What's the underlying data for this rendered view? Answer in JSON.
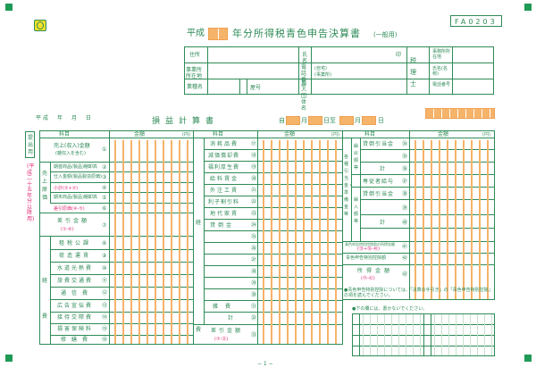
{
  "form_code": "FA0203",
  "title_prefix": "平成",
  "title_main": "年分所得税青色申告決算書",
  "title_suffix": "(一般用)",
  "header": {
    "address_label": "住所",
    "name_label": "氏名",
    "seal": "印",
    "office_label": "事業所所在地",
    "phone_label": "電話番号",
    "phone_home": "(自宅)",
    "phone_office": "(事業所)",
    "business_label": "業種名",
    "shop_label": "屋号",
    "member_label": "加入団体名",
    "tax_agent_label": "税理士",
    "agent_office_label": "事務所所在地",
    "agent_name_label": "氏名(名称)",
    "agent_phone_label": "電話番号"
  },
  "date_line": "平成　年　月　日",
  "pl_title": "損益計算書",
  "pl_period": [
    "自",
    "月",
    "日至",
    "月",
    "日"
  ],
  "col_headers": {
    "item": "科目",
    "amount": "金額",
    "unit": "(円)"
  },
  "submission_label": "提出用",
  "side_note": "(平成二十五年分以降用)",
  "left_items": [
    {
      "label": "売上(収入)金額",
      "sub": "(雑収入を含む)",
      "num": "①"
    },
    {
      "label": "期首商品(製品)棚卸高",
      "num": "②"
    },
    {
      "label": "仕入金額(製品製造原価)",
      "num": "③"
    },
    {
      "label": "小計(②+③)",
      "num": "④"
    },
    {
      "label": "期末商品(製品)棚卸高",
      "num": "⑤"
    },
    {
      "label": "差引原価(④-⑤)",
      "num": "⑥"
    },
    {
      "label": "差引金額",
      "sub": "(①-⑥)",
      "num": "⑦"
    },
    {
      "label": "租税公課",
      "num": "⑧"
    },
    {
      "label": "荷造運賃",
      "num": "⑨"
    },
    {
      "label": "水道光熱費",
      "num": "⑩"
    },
    {
      "label": "旅費交通費",
      "num": "⑪"
    },
    {
      "label": "通信費",
      "num": "⑫"
    },
    {
      "label": "広告宣伝費",
      "num": "⑬"
    },
    {
      "label": "接待交際費",
      "num": "⑭"
    },
    {
      "label": "損害保険料",
      "num": "⑮"
    },
    {
      "label": "修繕費",
      "num": "⑯"
    }
  ],
  "left_group_sales": "売上原価",
  "left_group_exp": "経費",
  "mid_items": [
    {
      "label": "消耗品費",
      "num": "⑰"
    },
    {
      "label": "減価償却費",
      "num": "⑱"
    },
    {
      "label": "福利厚生費",
      "num": "⑲"
    },
    {
      "label": "給料賃金",
      "num": "⑳"
    },
    {
      "label": "外注工賃",
      "num": "㉑"
    },
    {
      "label": "利子割引料",
      "num": "㉒"
    },
    {
      "label": "地代家賃",
      "num": "㉓"
    },
    {
      "label": "貸倒金",
      "num": "㉔"
    },
    {
      "label": "",
      "num": "㉕"
    },
    {
      "label": "",
      "num": "㉖"
    },
    {
      "label": "",
      "num": "㉗"
    },
    {
      "label": "",
      "num": "㉘"
    },
    {
      "label": "",
      "num": "㉙"
    },
    {
      "label": "",
      "num": "㉚"
    },
    {
      "label": "雑費",
      "num": "㉛"
    },
    {
      "label": "計",
      "num": "㉜"
    },
    {
      "label": "差引金額",
      "sub": "(⑦-㉜)",
      "num": "㉝"
    }
  ],
  "mid_group_exp": "経費",
  "right_group1": "各種引当金・準備金等",
  "right_group1a": "繰戻額等",
  "right_group1b": "繰入額等",
  "right_items": [
    {
      "label": "貸倒引当金",
      "num": "㉞"
    },
    {
      "label": "",
      "num": "㉟"
    },
    {
      "label": "計",
      "num": "㊱"
    },
    {
      "label": "専従者給与",
      "num": "㊲"
    },
    {
      "label": "貸倒引当金",
      "num": "㊳"
    },
    {
      "label": "",
      "num": "㊴"
    },
    {
      "label": "計",
      "num": "㊵"
    },
    {
      "label": "青色申告特別控除前の所得金額",
      "sub": "(㉝+㊱-㊵)",
      "num": "㊶"
    },
    {
      "label": "青色申告特別控除額",
      "num": "㊷"
    },
    {
      "label": "所得金額",
      "sub": "(㊶-㊷)",
      "num": "㊸"
    }
  ],
  "note1": "●青色申告特別控除については、「決算の手引き」の「青色申告特別控除」の項を読んでください。",
  "note2": "●下の欄には、書かないでください。",
  "page_number": "− 1 −"
}
